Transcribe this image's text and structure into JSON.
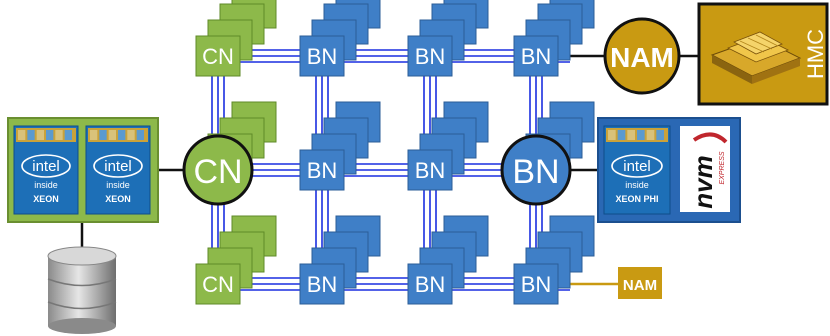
{
  "labels": {
    "cn": "CN",
    "bn": "BN",
    "nam": "NAM",
    "hmc": "HMC"
  },
  "cpu_cards": {
    "left": [
      {
        "brand": "intel",
        "sub": "inside",
        "model": "XEON"
      },
      {
        "brand": "intel",
        "sub": "inside",
        "model": "XEON"
      }
    ],
    "right": {
      "brand": "intel",
      "sub": "inside",
      "model": "XEON PHI"
    },
    "nvm": {
      "title": "nvm",
      "subtitle": "EXPRESS"
    }
  },
  "colors": {
    "cluster_green": "#8db94a",
    "booster_blue": "#3f7fc7",
    "link_blue": "#1a2ee0",
    "gold": "#c99a12",
    "intel_blue": "#1d6fb7",
    "panel_blue": "#2a68b4"
  },
  "icons": [
    "database-icon",
    "hmc-chip-icon",
    "cpu-die-icon",
    "intel-logo-icon",
    "nvm-express-logo-icon"
  ]
}
